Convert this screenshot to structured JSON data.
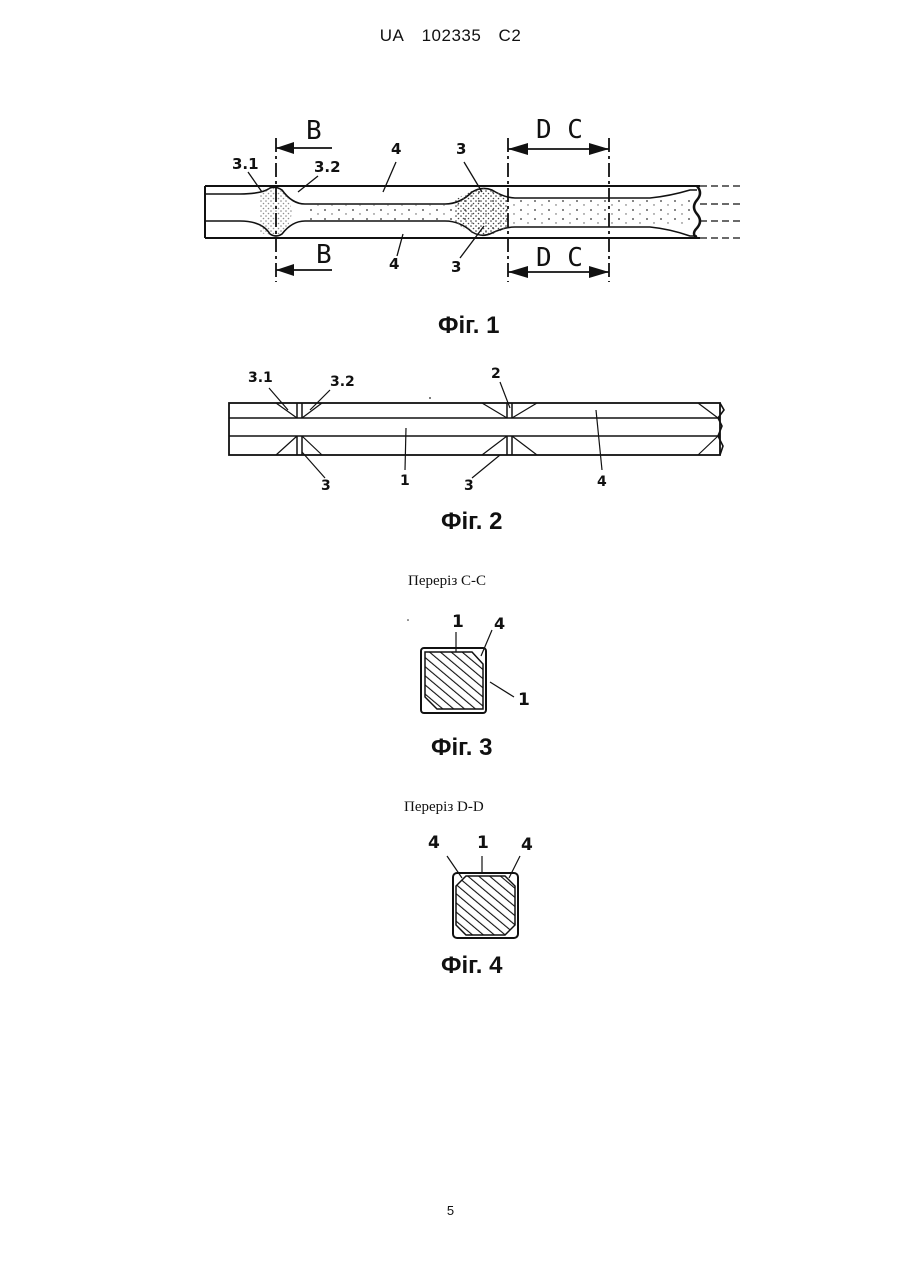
{
  "header": {
    "country": "UA",
    "number": "102335",
    "kind": "C2"
  },
  "fig1": {
    "caption": "Фіг. 1",
    "labels": {
      "l31": "3.1",
      "l32": "3.2",
      "l4_top": "4",
      "l3_top": "3",
      "l4_bot": "4",
      "l3_bot": "3"
    },
    "dims": {
      "b_top": "B",
      "b_bot": "B",
      "dc_top": "D C",
      "dc_bot": "D C"
    }
  },
  "fig2": {
    "caption": "Фіг. 2",
    "labels": {
      "l31": "3.1",
      "l32": "3.2",
      "l2": "2",
      "l3_left": "3",
      "l1": "1",
      "l3_mid": "3",
      "l4": "4"
    }
  },
  "fig3": {
    "section_title": "Переріз С-С",
    "caption": "Фіг. 3",
    "labels": {
      "l1_top": "1",
      "l4": "4",
      "l1_right": "1"
    }
  },
  "fig4": {
    "section_title": "Переріз D-D",
    "caption": "Фіг. 4",
    "labels": {
      "l4_left": "4",
      "l1": "1",
      "l4_right": "4"
    }
  },
  "page_number": "5"
}
